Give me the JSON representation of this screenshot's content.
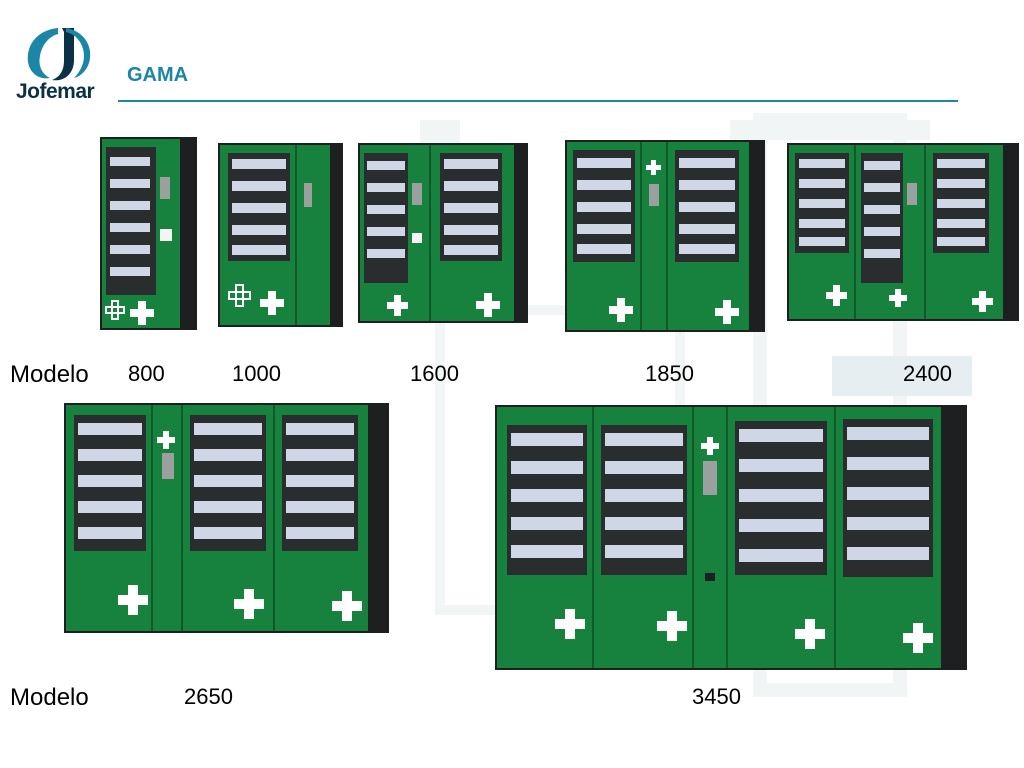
{
  "header": {
    "brand": "Jofemar",
    "title": "GAMA"
  },
  "row1": {
    "caption": "Modelo",
    "models": [
      "800",
      "1000",
      "1600",
      "1850",
      "2400"
    ]
  },
  "row2": {
    "caption": "Modelo",
    "models": [
      "2650",
      "3450"
    ]
  },
  "colors": {
    "accent": "#1c86a6",
    "brand_dark": "#0b3147",
    "machine_green": "#17823d",
    "machine_dark": "#1d1f20"
  }
}
